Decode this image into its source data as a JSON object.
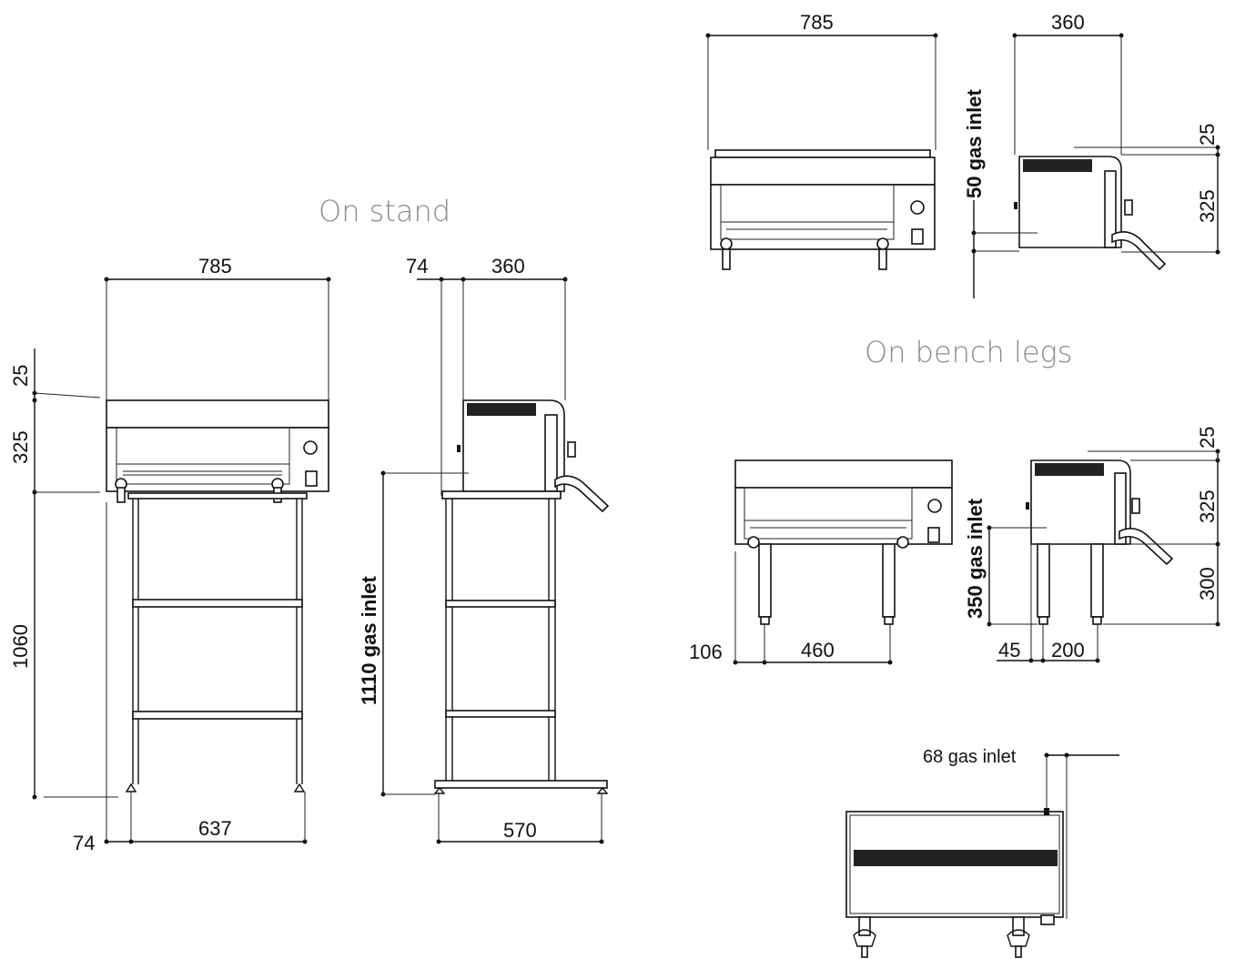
{
  "titles": {
    "on_stand": "On stand",
    "on_bench_legs": "On bench legs"
  },
  "stand_front": {
    "width": "785",
    "top_gap": "25",
    "body_height": "325",
    "stand_height": "1060",
    "foot_offset": "74",
    "leg_spacing": "637"
  },
  "stand_side": {
    "offset": "74",
    "depth": "360",
    "gas_inlet": "1110 gas inlet",
    "base_depth": "570"
  },
  "bench_top": {
    "width": "785",
    "depth": "360",
    "gas_inlet": "50 gas inlet",
    "top_gap": "25",
    "body_height": "325"
  },
  "bench_legs": {
    "leg_offset": "106",
    "leg_spacing": "460",
    "top_gap": "25",
    "body_height": "325",
    "leg_height": "300",
    "gas_inlet": "350 gas inlet",
    "side_offset": "45",
    "side_spacing": "200"
  },
  "rear": {
    "gas_inlet": "68 gas inlet"
  }
}
